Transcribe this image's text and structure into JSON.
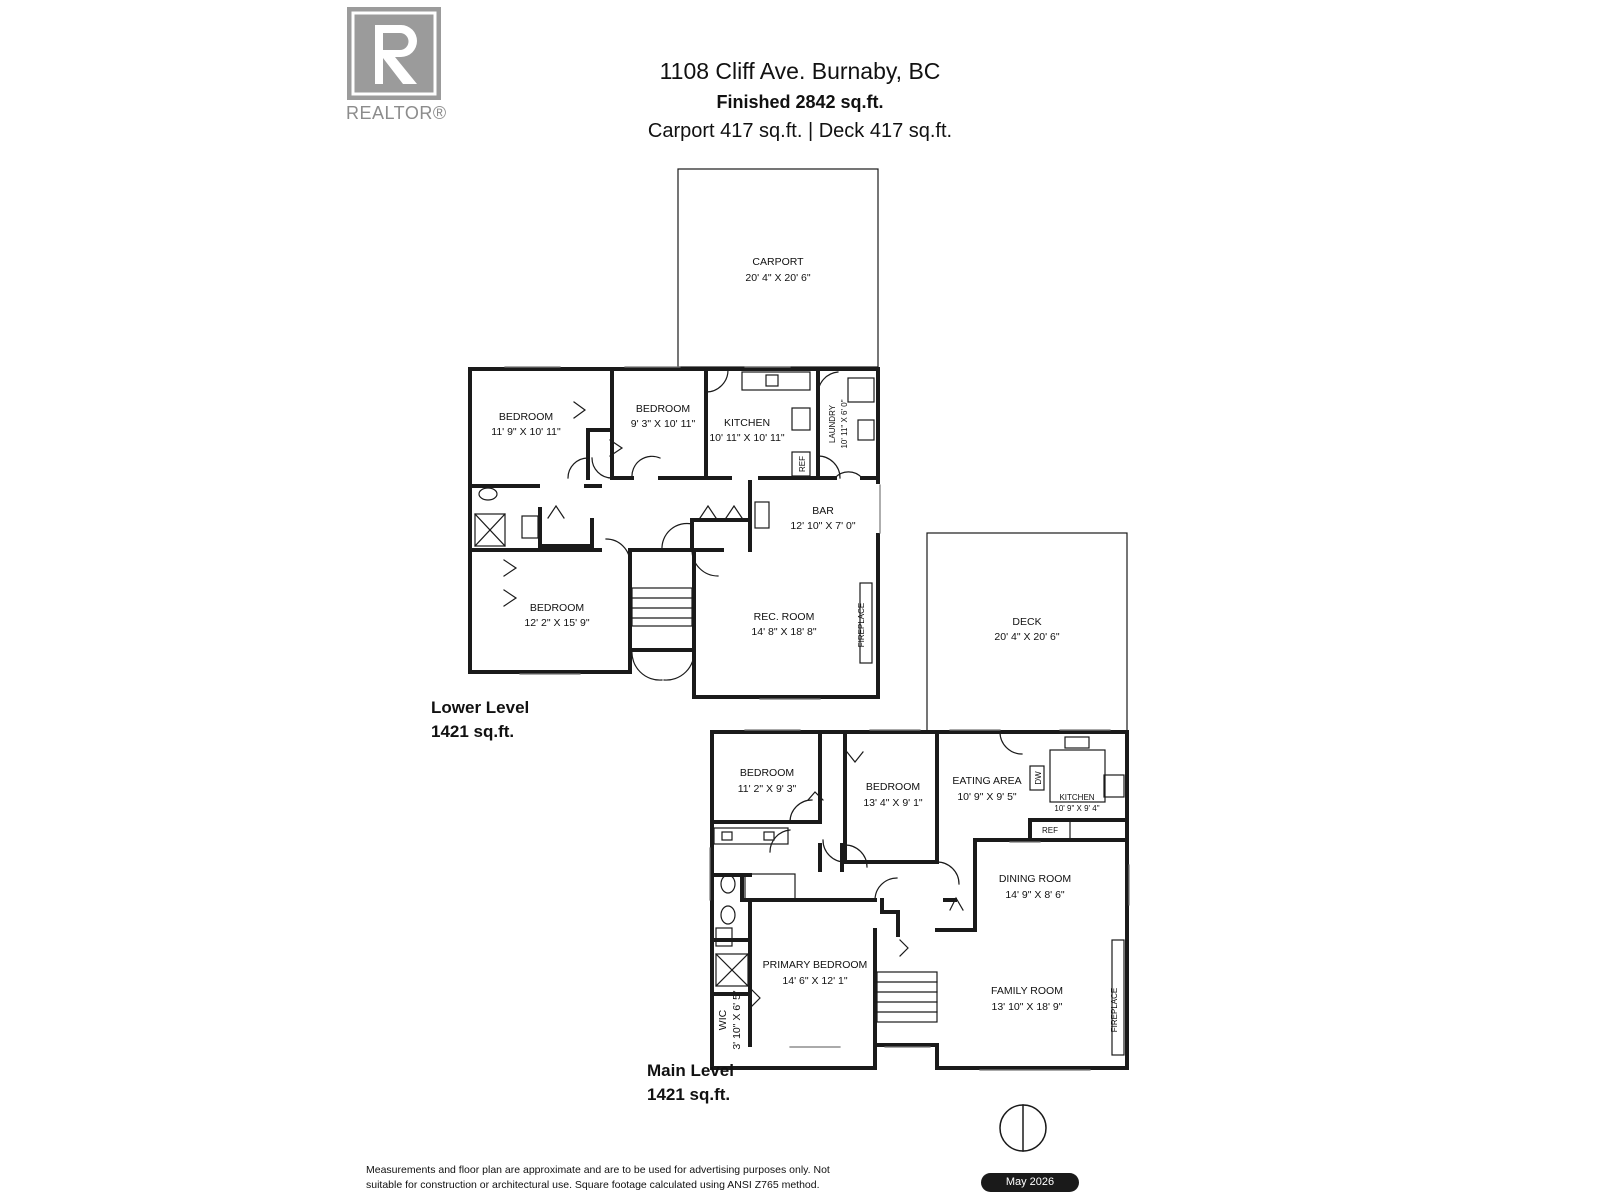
{
  "header": {
    "address": "1108 Cliff Ave. Burnaby, BC",
    "finished": "Finished 2842 sq.ft.",
    "extras": "Carport  417 sq.ft.  |  Deck  417 sq.ft."
  },
  "logo": {
    "text": "REALTOR®",
    "icon": "realtor-r-logo"
  },
  "lower_level": {
    "title": "Lower Level",
    "area": "1421 sq.ft.",
    "rooms": {
      "carport": {
        "name": "CARPORT",
        "dims": "20' 4\" X 20' 6\""
      },
      "bedroom1": {
        "name": "BEDROOM",
        "dims": "11' 9\" X 10' 11\""
      },
      "bedroom2": {
        "name": "BEDROOM",
        "dims": "9' 3\" X 10' 11\""
      },
      "kitchen": {
        "name": "KITCHEN",
        "dims": "10' 11\" X 10' 11\""
      },
      "laundry": {
        "name": "LAUNDRY",
        "dims": "10' 11\" X 6' 0\""
      },
      "bar": {
        "name": "BAR",
        "dims": "12' 10\" X 7' 0\""
      },
      "bedroom3": {
        "name": "BEDROOM",
        "dims": "12' 2\" X 15' 9\""
      },
      "rec_room": {
        "name": "REC. ROOM",
        "dims": "14' 8\" X 18' 8\""
      },
      "fireplace": "FIREPLACE",
      "ref": "REF"
    }
  },
  "main_level": {
    "title": "Main Level",
    "area": "1421 sq.ft.",
    "rooms": {
      "deck": {
        "name": "DECK",
        "dims": "20' 4\" X 20' 6\""
      },
      "bedroom1": {
        "name": "BEDROOM",
        "dims": "11' 2\" X 9' 3\""
      },
      "bedroom2": {
        "name": "BEDROOM",
        "dims": "13' 4\" X 9' 1\""
      },
      "eating_area": {
        "name": "EATING AREA",
        "dims": "10' 9\" X 9' 5\""
      },
      "kitchen": {
        "name": "KITCHEN",
        "dims": "10' 9\" X 9' 4\""
      },
      "dining_room": {
        "name": "DINING ROOM",
        "dims": "14' 9\" X 8' 6\""
      },
      "primary_bedroom": {
        "name": "PRIMARY BEDROOM",
        "dims": "14' 6\" X 12' 1\""
      },
      "wic": {
        "name": "WIC",
        "dims": "3' 10\" X 6' 5\""
      },
      "family_room": {
        "name": "FAMILY ROOM",
        "dims": "13' 10\" X 18' 9\""
      },
      "fireplace": "FIREPLACE",
      "dw": "DW",
      "ref": "REF"
    }
  },
  "compass": {
    "icon": "north-compass-icon"
  },
  "footer": {
    "disclaimer_line1": "Measurements and floor plan are approximate and are to be used for advertising purposes only. Not",
    "disclaimer_line2": "suitable for construction or architectural use. Square footage calculated using ANSI Z765 method.",
    "date": "May 2026"
  },
  "colors": {
    "wall": "#1a1a1a",
    "logo": "#9b9b9b",
    "badge": "#1a1a1a"
  }
}
